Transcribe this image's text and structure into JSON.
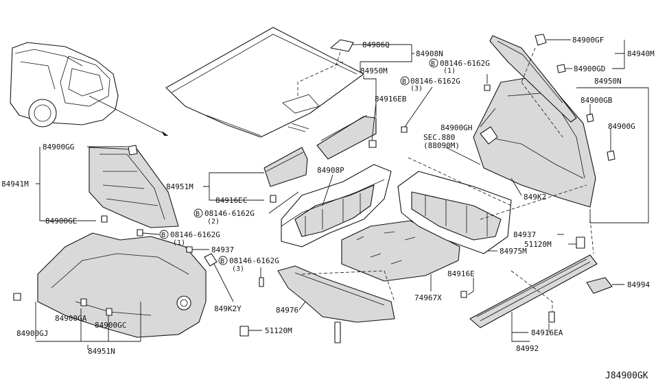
{
  "diagram_id": "J84900GK",
  "labels": {
    "p84986Q": "84986Q",
    "p84908N": "84908N",
    "p84950M": "84950M",
    "p84916EB": "84916EB",
    "bolt1": "08146-6162G",
    "bolt1_qty": "(1)",
    "bolt3": "08146-6162G",
    "bolt3_qty": "(3)",
    "p84900GF": "84900GF",
    "p84940M": "84940M",
    "p84900GD": "84900GD",
    "p84950N": "84950N",
    "p84900GB": "84900GB",
    "p84900G": "84900G",
    "p84900GH": "84900GH",
    "sec_line1": "SEC.880",
    "sec_line2": "(88090M)",
    "p849K2": "849K2",
    "p84937_right": "84937",
    "p51120M_right": "51120M",
    "p84975M": "84975M",
    "p84900GG": "84900GG",
    "p84941M": "84941M",
    "p84900GE": "84900GE",
    "p84951M": "84951M",
    "p84916EC": "84916EC",
    "p84908P": "84908P",
    "bolt2": "08146-6162G",
    "bolt2_qty": "(2)",
    "bolt4": "08146-6162G",
    "bolt4_qty": "(1)",
    "p84937_left": "84937",
    "bolt5": "08146-6162G",
    "bolt5_qty": "(3)",
    "p849K2Y": "849K2Y",
    "p51120M_left": "51120M",
    "p84976": "84976",
    "p74967X": "74967X",
    "p84916E": "84916E",
    "p84994": "84994",
    "p84916EA": "84916EA",
    "p84992": "84992",
    "p84900GA": "84900GA",
    "p84900GC": "84900GC",
    "p84900GJ": "84900GJ",
    "p84951N": "84951N",
    "bolt_marker": "B"
  }
}
